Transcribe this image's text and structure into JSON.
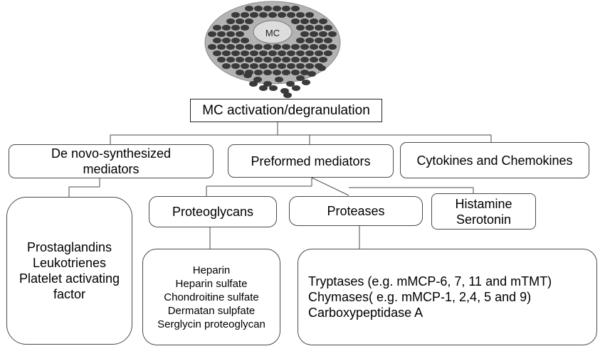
{
  "cell": {
    "label": "MC",
    "caption": "MC activation/degranulation"
  },
  "categories": {
    "de_novo": [
      "De novo-synthesized",
      "mediators"
    ],
    "preformed": "Preformed mediators",
    "cytokines": "Cytokines and Chemokines"
  },
  "de_novo_items": [
    "Prostaglandins",
    "Leukotrienes",
    "Platelet activating",
    "factor"
  ],
  "preformed_types": {
    "proteoglycans": "Proteoglycans",
    "proteases": "Proteases",
    "amines": [
      "Histamine",
      "Serotonin"
    ]
  },
  "proteoglycan_items": [
    "Heparin",
    "Heparin sulfate",
    "Chondroitine sulfate",
    "Dermatan sulpfate",
    "Serglycin proteoglycan"
  ],
  "protease_items": [
    "Tryptases (e.g. mMCP-6, 7, 11 and mTMT)",
    "Chymases( e.g. mMCP-1, 2,4, 5 and 9)",
    "Carboxypeptidase A"
  ],
  "colors": {
    "cell_body": "#b3b3b3",
    "granule": "#3a3a3a",
    "nucleus": "#dddddd",
    "line": "#4a4a4a"
  }
}
